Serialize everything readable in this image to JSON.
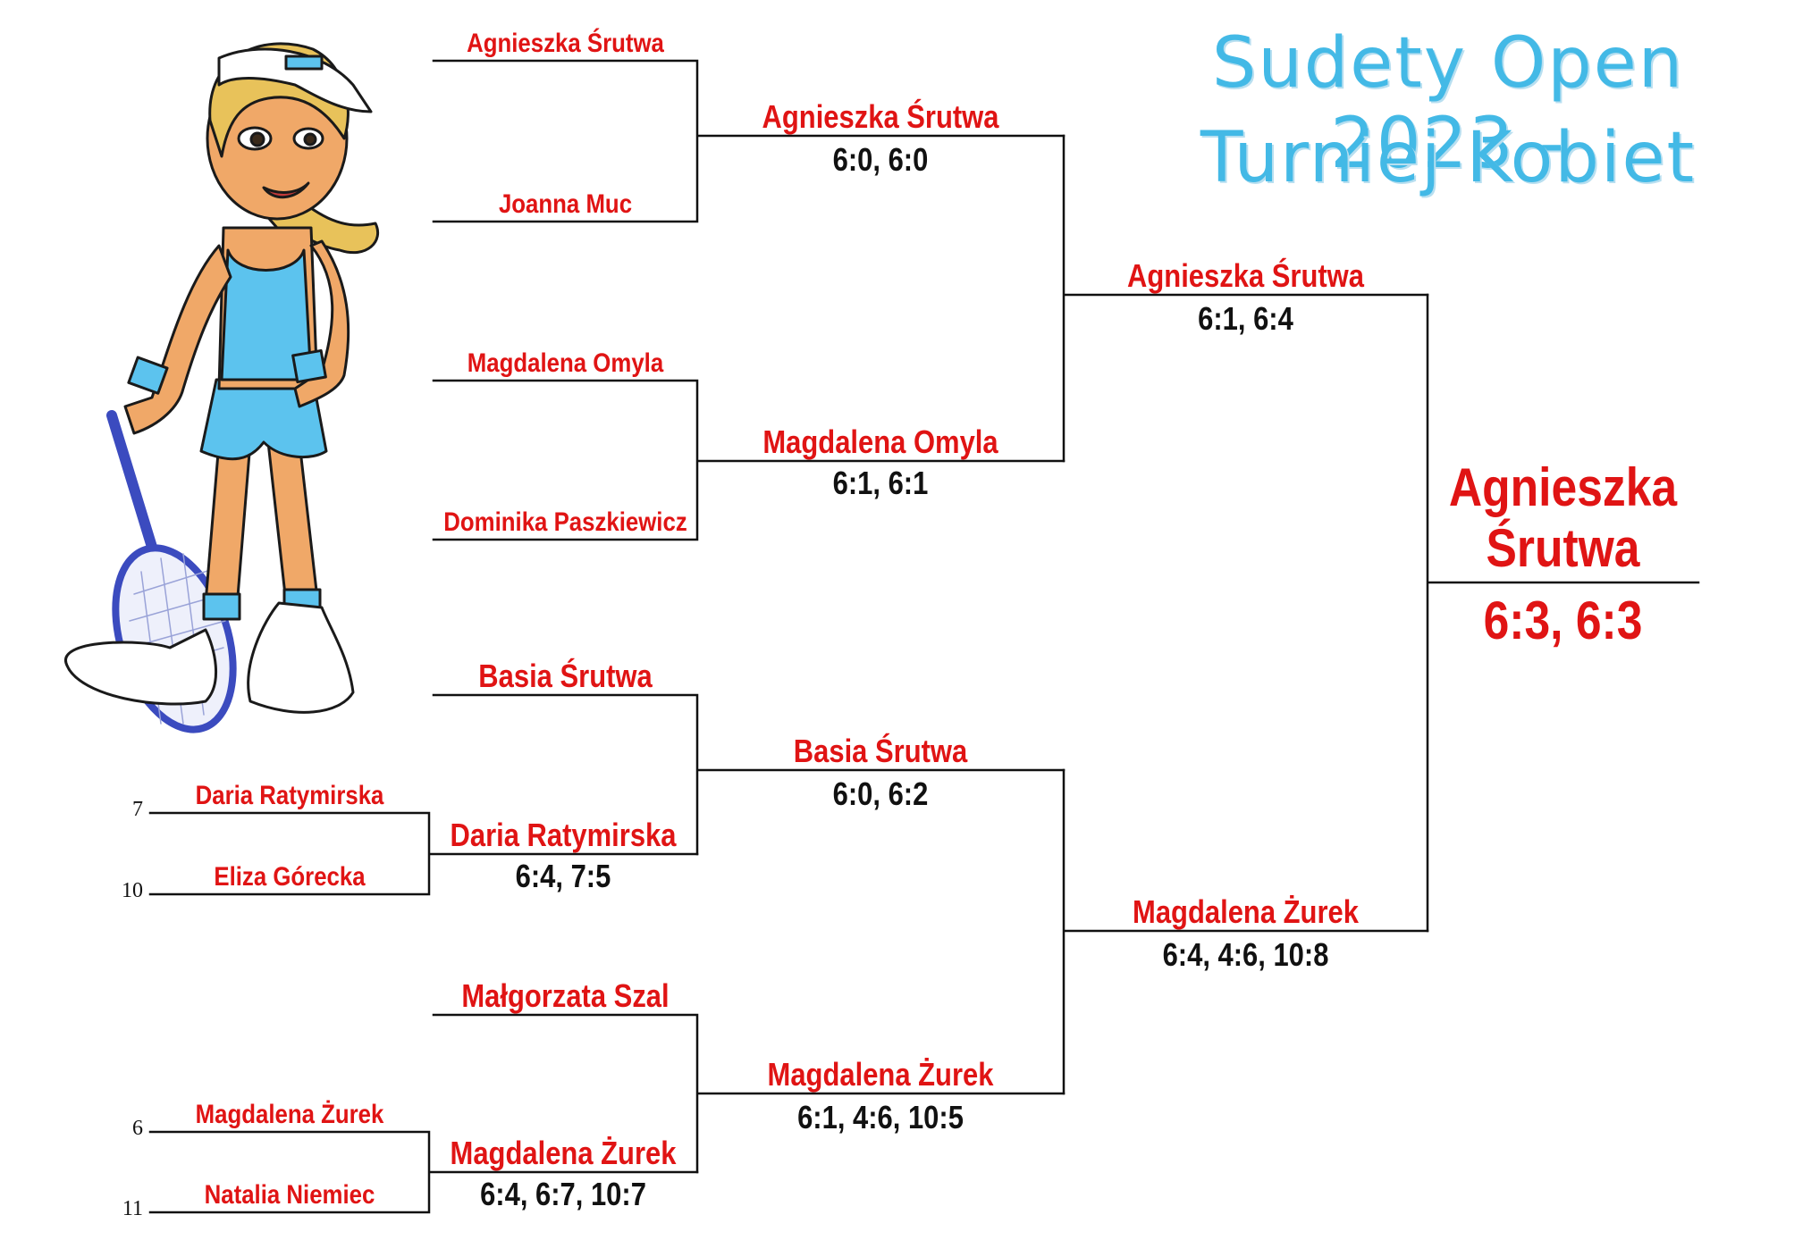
{
  "title": {
    "line1": "Sudety Open 2023 -",
    "line2": "Turniej Kobiet"
  },
  "colors": {
    "name": "#e01414",
    "score": "#111111",
    "title": "#43b9e6",
    "line": "#111111"
  },
  "illustration": "tennis-player-cartoon",
  "round1": [
    {
      "seed": "7",
      "name": "Daria Ratymirska"
    },
    {
      "seed": "10",
      "name": "Eliza Górecka"
    },
    {
      "seed": "6",
      "name": "Magdalena Żurek"
    },
    {
      "seed": "11",
      "name": "Natalia Niemiec"
    }
  ],
  "round1_results": [
    {
      "winner": "Daria Ratymirska",
      "score": "6:4, 7:5"
    },
    {
      "winner": "Magdalena Żurek",
      "score": "6:4, 6:7, 10:7"
    }
  ],
  "round2": [
    {
      "name": "Agnieszka Śrutwa"
    },
    {
      "name": "Joanna Muc"
    },
    {
      "name": "Magdalena Omyla"
    },
    {
      "name": "Dominika Paszkiewicz"
    },
    {
      "name": "Basia Śrutwa"
    },
    {
      "name": "Małgorzata Szal"
    }
  ],
  "quarterfinals": [
    {
      "winner": "Agnieszka Śrutwa",
      "score": "6:0, 6:0"
    },
    {
      "winner": "Magdalena Omyla",
      "score": "6:1, 6:1"
    },
    {
      "winner": "Basia Śrutwa",
      "score": "6:0, 6:2"
    },
    {
      "winner": "Magdalena Żurek",
      "score": "6:1, 4:6, 10:5"
    }
  ],
  "semifinals": [
    {
      "winner": "Agnieszka Śrutwa",
      "score": "6:1, 6:4"
    },
    {
      "winner": "Magdalena Żurek",
      "score": "6:4, 4:6, 10:8"
    }
  ],
  "final": {
    "line1": "Agnieszka",
    "line2": "Śrutwa",
    "score": "6:3, 6:3"
  }
}
